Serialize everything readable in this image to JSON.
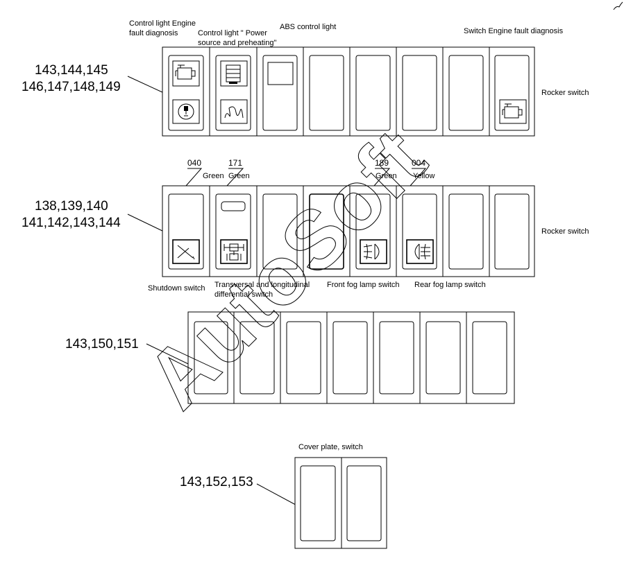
{
  "watermark": "AutoSoft",
  "panel1": {
    "labels": {
      "engine_diag": [
        "Control light Engine",
        "fault diagnosis"
      ],
      "power_preheat": [
        "Control light \" Power",
        "source and preheating\""
      ],
      "abs": "ABS control light",
      "switch_diag": "Switch Engine fault diagnosis",
      "rocker": "Rocker switch"
    },
    "parts": [
      "143,144,145",
      "146,147,148,149"
    ]
  },
  "panel2": {
    "codes": {
      "c040": "040",
      "c040_color": "Green",
      "c171": "171",
      "c171_color": "Green",
      "c189": "189",
      "c189_color": "Green",
      "c004": "004",
      "c004_color": "Yellow"
    },
    "labels": {
      "shutdown": "Shutdown switch",
      "diff": [
        "Transversal and longitudinal",
        "differential switch"
      ],
      "front_fog": "Front fog lamp switch",
      "rear_fog": "Rear fog lamp switch",
      "rocker": "Rocker switch"
    },
    "parts": [
      "138,139,140",
      "141,142,143,144"
    ]
  },
  "panel3": {
    "parts": "143,150,151"
  },
  "panel4": {
    "label": "Cover plate, switch",
    "parts": "143,152,153"
  }
}
